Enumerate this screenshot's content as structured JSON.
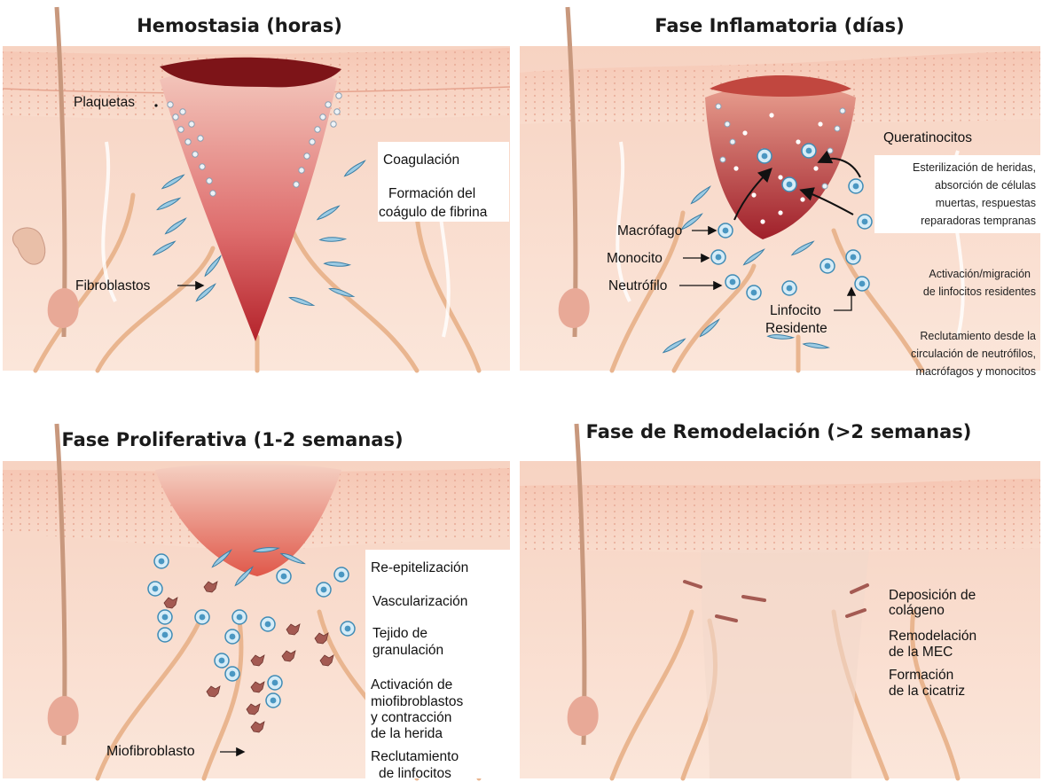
{
  "panels": [
    {
      "title": "Hemostasia (horas)",
      "labels": {
        "plaquetas": "Plaquetas",
        "fibroblastos": "Fibroblastos",
        "coagulacion": "Coagulación",
        "formacion_1": "Formación del",
        "formacion_2": "coágulo de fibrina"
      }
    },
    {
      "title": "Fase Inflamatoria (días)",
      "labels": {
        "queratinocitos": "Queratinocitos",
        "macrofago": "Macrófago",
        "monocito": "Monocito",
        "neutrofilo": "Neutrófilo",
        "linfocito_1": "Linfocito",
        "linfocito_2": "Residente",
        "ester_1": "Esterilización de heridas,",
        "ester_2": "absorción de células",
        "ester_3": "muertas, respuestas",
        "ester_4": "reparadoras tempranas",
        "activ_1": "Activación/migración",
        "activ_2": "de linfocitos residentes",
        "reclu_1": "Reclutamiento desde la",
        "reclu_2": "circulación de neutrófilos,",
        "reclu_3": "macrófagos y monocitos"
      }
    },
    {
      "title": "Fase Proliferativa (1-2 semanas)",
      "labels": {
        "miofibroblasto": "Miofibroblasto",
        "reepi": "Re-epitelización",
        "vascu": "Vascularización",
        "tejido_1": "Tejido de",
        "tejido_2": "granulación",
        "activ_1": "Activación de",
        "activ_2": "miofibroblastos",
        "activ_3": "y contracción",
        "activ_4": "de la herida",
        "reclu_1": "Reclutamiento",
        "reclu_2": "de linfocitos"
      }
    },
    {
      "title": "Fase de Remodelación (>2 semanas)",
      "labels": {
        "depos_1": "Deposición de",
        "depos_2": "colágeno",
        "remod_1": "Remodelación",
        "remod_2": "de la MEC",
        "form_1": "Formación",
        "form_2": "de la cicatriz"
      }
    }
  ]
}
